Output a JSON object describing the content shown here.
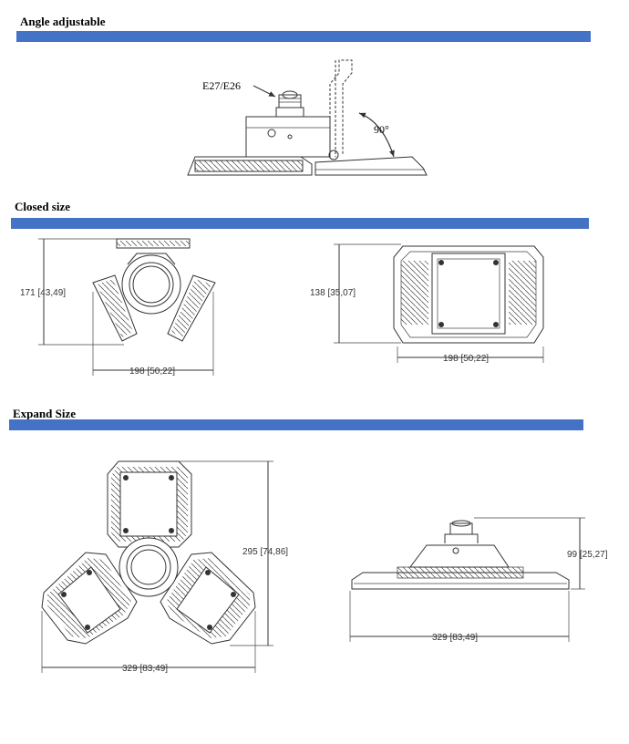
{
  "sections": {
    "angle": {
      "title": "Angle adjustable",
      "base_label": "E27/E26",
      "angle_label": "90°"
    },
    "closed": {
      "title": "Closed size",
      "height_left": "171 [43,49]",
      "width_left": "198 [50,22]",
      "height_right": "138 [35,07]",
      "width_right": "198 [50,22]"
    },
    "expand": {
      "title": "Expand Size",
      "height_left": "295 [74,86]",
      "width_left": "329 [83,49]",
      "height_right": "99 [25,27]",
      "width_right": "329 [83,49]"
    }
  },
  "colors": {
    "bar": "#4472c4",
    "line": "#333333"
  }
}
